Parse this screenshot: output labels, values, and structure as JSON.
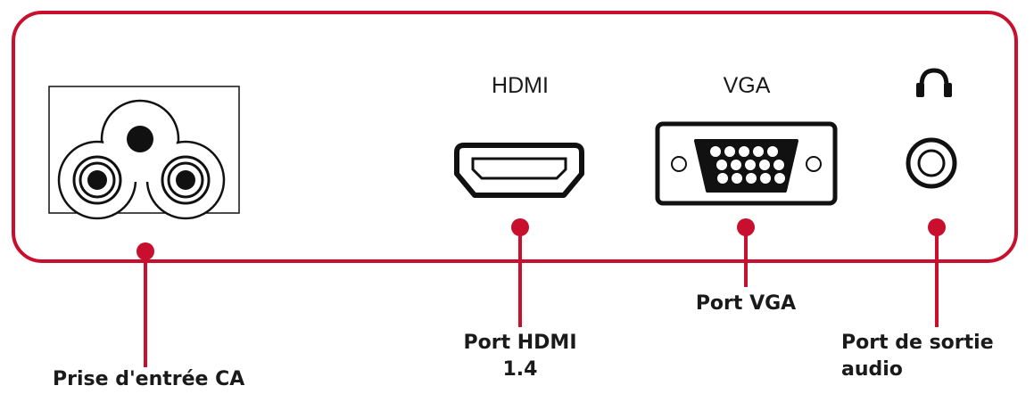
{
  "colors": {
    "accent": "#c8102e",
    "ink": "#111111",
    "frame": "#c8102e"
  },
  "ports": {
    "ac_input": {
      "icon": "ac-power-socket-icon",
      "callout": "Prise d'entrée CA"
    },
    "hdmi": {
      "title": "HDMI",
      "icon": "hdmi-port-icon",
      "callout_line1": "Port HDMI",
      "callout_line2": "1.4"
    },
    "vga": {
      "title": "VGA",
      "icon": "vga-port-icon",
      "callout": "Port VGA"
    },
    "audio": {
      "title_icon": "headphones-icon",
      "icon": "audio-jack-icon",
      "callout_line1": "Port de sortie",
      "callout_line2": "audio"
    }
  }
}
